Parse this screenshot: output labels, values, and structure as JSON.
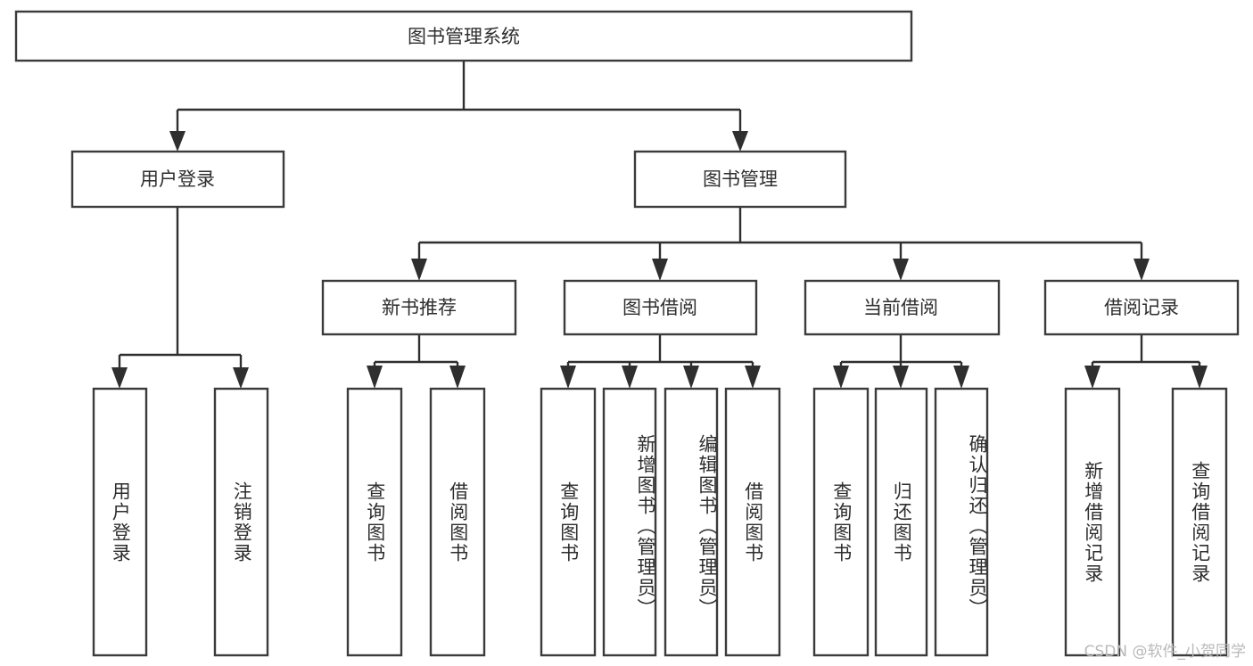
{
  "diagram": {
    "type": "tree-hierarchy-chart",
    "title": "图书管理系统",
    "orientation": "top-down",
    "levels": 4,
    "root": {
      "id": "root",
      "label": "图书管理系统",
      "text_direction": "horizontal"
    },
    "level2": [
      {
        "id": "user-login",
        "label": "用户登录",
        "text_direction": "horizontal"
      },
      {
        "id": "book-management",
        "label": "图书管理",
        "text_direction": "horizontal"
      }
    ],
    "level3": [
      {
        "id": "new-book-recommend",
        "label": "新书推荐",
        "parent": "book-management",
        "text_direction": "horizontal"
      },
      {
        "id": "book-borrow",
        "label": "图书借阅",
        "parent": "book-management",
        "text_direction": "horizontal"
      },
      {
        "id": "current-borrow",
        "label": "当前借阅",
        "parent": "book-management",
        "text_direction": "horizontal"
      },
      {
        "id": "borrow-record",
        "label": "借阅记录",
        "parent": "book-management",
        "text_direction": "horizontal"
      }
    ],
    "leaves": [
      {
        "id": "leaf-user-login",
        "label": "用户登录",
        "parent": "user-login",
        "text_direction": "vertical"
      },
      {
        "id": "leaf-logout-login",
        "label": "注销登录",
        "parent": "user-login",
        "text_direction": "vertical"
      },
      {
        "id": "leaf-query-book-1",
        "label": "查询图书",
        "parent": "new-book-recommend",
        "text_direction": "vertical"
      },
      {
        "id": "leaf-borrow-book-1",
        "label": "借阅图书",
        "parent": "new-book-recommend",
        "text_direction": "vertical"
      },
      {
        "id": "leaf-query-book-2",
        "label": "查询图书",
        "parent": "book-borrow",
        "text_direction": "vertical"
      },
      {
        "id": "leaf-add-book",
        "label": "新增图书（管理员）",
        "parent": "book-borrow",
        "text_direction": "vertical"
      },
      {
        "id": "leaf-edit-book",
        "label": "编辑图书（管理员）",
        "parent": "book-borrow",
        "text_direction": "vertical"
      },
      {
        "id": "leaf-borrow-book-2",
        "label": "借阅图书",
        "parent": "book-borrow",
        "text_direction": "vertical"
      },
      {
        "id": "leaf-query-book-3",
        "label": "查询图书",
        "parent": "current-borrow",
        "text_direction": "vertical"
      },
      {
        "id": "leaf-return-book",
        "label": "归还图书",
        "parent": "current-borrow",
        "text_direction": "vertical"
      },
      {
        "id": "leaf-confirm-return",
        "label": "确认归还（管理员）",
        "parent": "current-borrow",
        "text_direction": "vertical"
      },
      {
        "id": "leaf-add-record",
        "label": "新增借阅记录",
        "parent": "borrow-record",
        "text_direction": "vertical"
      },
      {
        "id": "leaf-query-record",
        "label": "查询借阅记录",
        "parent": "borrow-record",
        "text_direction": "vertical"
      }
    ]
  },
  "watermark": {
    "text": "CSDN @软件_小贺同学"
  },
  "colors": {
    "box_stroke": "#3b3b3b",
    "connector": "#2f2f2f",
    "text": "#2e2e2e",
    "background": "#ffffff",
    "watermark": "#b9b9b9"
  }
}
